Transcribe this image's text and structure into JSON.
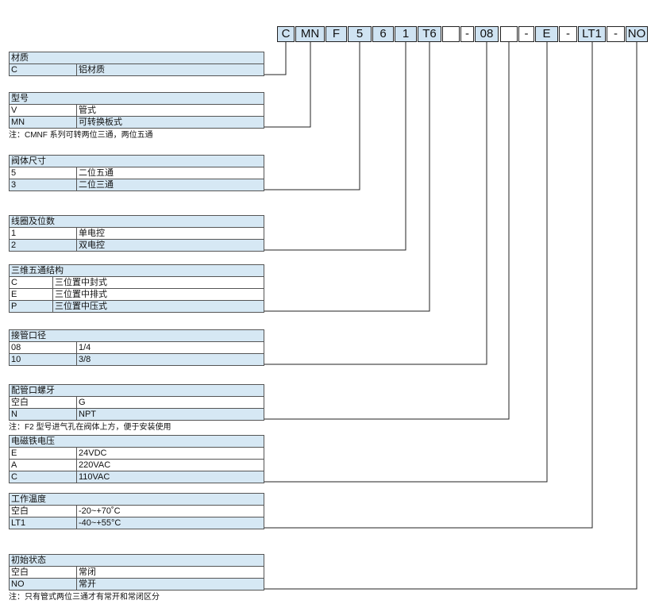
{
  "code": [
    "C",
    "MN",
    "F",
    "5",
    "6",
    "1",
    "T6",
    "",
    "-",
    "08",
    "",
    "-",
    "E",
    "-",
    "LT1",
    "-",
    "NO"
  ],
  "sections": [
    {
      "title": "材质",
      "rows": [
        [
          "C",
          "铝材质"
        ]
      ],
      "note": ""
    },
    {
      "title": "型号",
      "rows": [
        [
          "V",
          "管式"
        ],
        [
          "MN",
          "可转换板式"
        ]
      ],
      "note": "注：CMNF 系列可转两位三通，两位五通"
    },
    {
      "title": "阀体尺寸",
      "rows": [
        [
          "5",
          "二位五通"
        ],
        [
          "3",
          "二位三通"
        ]
      ],
      "note": ""
    },
    {
      "title": "线圈及位数",
      "rows": [
        [
          "1",
          "单电控"
        ],
        [
          "2",
          "双电控"
        ]
      ],
      "note": ""
    },
    {
      "title": "三维五通结构",
      "rows": [
        [
          "C",
          "三位置中封式"
        ],
        [
          "E",
          "三位置中排式"
        ],
        [
          "P",
          "三位置中压式"
        ]
      ],
      "note": ""
    },
    {
      "title": "接管口径",
      "rows": [
        [
          "08",
          "1/4"
        ],
        [
          "10",
          "3/8"
        ]
      ],
      "note": ""
    },
    {
      "title": "配管口螺牙",
      "rows": [
        [
          "空白",
          "G"
        ],
        [
          "N",
          "NPT"
        ]
      ],
      "note": "注：F2 型号进气孔在阀体上方，便于安装使用"
    },
    {
      "title": "电磁铁电压",
      "rows": [
        [
          "E",
          "24VDC"
        ],
        [
          "A",
          "220VAC"
        ],
        [
          "C",
          "110VAC"
        ]
      ],
      "note": ""
    },
    {
      "title": "工作温度",
      "rows": [
        [
          "空白",
          "-20~+70˚C"
        ],
        [
          "LT1",
          "-40~+55°C"
        ]
      ],
      "note": ""
    },
    {
      "title": "初始状态",
      "rows": [
        [
          "空白",
          "常闭"
        ],
        [
          "NO",
          "常开"
        ]
      ],
      "note": "注：只有管式两位三通才有常开和常闭区分"
    }
  ]
}
